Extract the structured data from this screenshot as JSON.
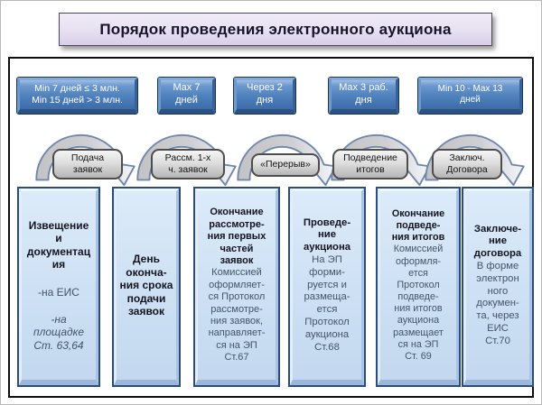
{
  "title": "Порядок проведения электронного аукциона",
  "timing_boxes": [
    {
      "label": "Min 7 дней ≤ 3 млн.\nMin 15 дней > 3 млн."
    },
    {
      "label": "Max 7\nдней"
    },
    {
      "label": "Через 2\nдня"
    },
    {
      "label": "Max 3 раб.\nдня"
    },
    {
      "label": "Min 10 - Max 13\nдней"
    }
  ],
  "stage_labels": [
    {
      "label": "Подача\nзаявок"
    },
    {
      "label": "Рассм. 1-х\nч. заявок"
    },
    {
      "label": "«Перерыв»"
    },
    {
      "label": "Подведение\nитогов"
    },
    {
      "label": "Заключ.\nДоговора"
    }
  ],
  "columns": [
    {
      "title": "Извещение\nи\nдокументац\nия",
      "body": "-на ЕИС",
      "note": "-на\nплощадке\nСт. 63,64"
    },
    {
      "title": "День\nоконча-\nния срока\nподачи\nзаявок"
    },
    {
      "title": "Окончание\nрассмотре-\nния первых\nчастей\nзаявок",
      "body": "Комиссией\nоформляет-\nся Протокол\nрассмотре-\nния заявок,\nнаправляет-\nся на ЭП\nСт.67"
    },
    {
      "title": "Проведе-\nние\nаукциона",
      "body": "На ЭП\nформи-\nруется и\nразмеща-\nется\nПротокол\nаукциона\nСт.68"
    },
    {
      "title": "Окончание\nподведе-\nния итогов",
      "body": "Комиссией\nоформля-\nется\nПротокол\nподведе-\nния итогов\nаукциона\nразмещает\nся на ЭП\nСт. 69"
    },
    {
      "title": "Заключе-\nние\nдоговора",
      "body": "В форме\nэлектрон\nного\nдокумен-\nта, через\nЕИС\nСт.70"
    }
  ],
  "colors": {
    "accent_blue": "#4F81BD",
    "blue_box_border": "#16365C",
    "column_fill": "#CDE0F4",
    "column_border": "#2B4D7E",
    "stage_label_gray": "#D8D8D8",
    "title_background": "#E6E0F1",
    "secondary_text": "#44546A",
    "arrow_outline": "#6F86AD"
  }
}
